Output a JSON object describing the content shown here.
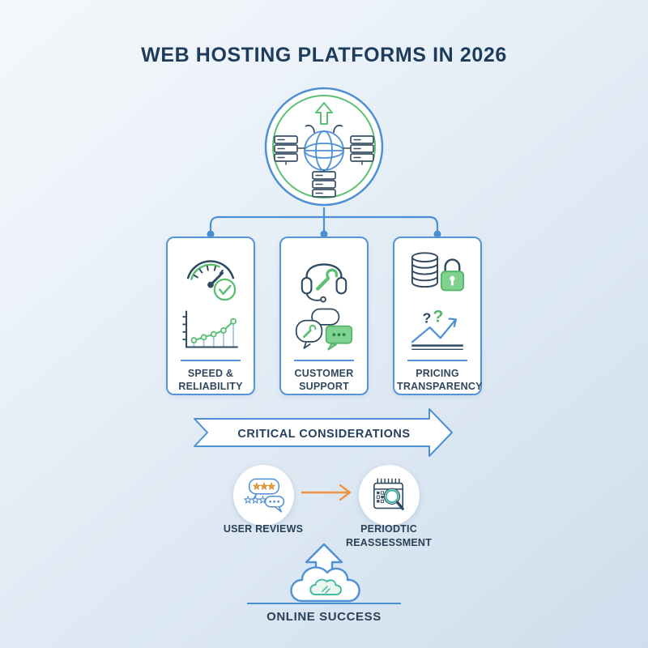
{
  "title": "WEB HOSTING PLATFORMS IN 2026",
  "hero": {
    "icon": "hosting-network-globe-icon"
  },
  "cards": [
    {
      "label": "SPEED & RELIABILITY",
      "icons": [
        "speedometer-check-icon",
        "growth-line-chart-icon"
      ]
    },
    {
      "label": "CUSTOMER SUPPORT",
      "icons": [
        "headset-wrench-icon",
        "chat-bubbles-wrench-icon"
      ]
    },
    {
      "label": "PRICING TRANSPARENCY",
      "icons": [
        "coins-padlock-icon",
        "trend-question-icon"
      ],
      "glyphs": [
        "?",
        "?"
      ]
    }
  ],
  "banner": {
    "label": "CRITICAL CONSIDERATIONS"
  },
  "process": {
    "steps": [
      {
        "label": "USER REVIEWS",
        "icon": "review-star-bubbles-icon"
      },
      {
        "label": "PERIODTIC REASSESSMENT",
        "icon": "calendar-magnifier-icon"
      }
    ],
    "arrow_icon": "right-arrow-icon"
  },
  "footer": {
    "label": "ONLINE SUCCESS",
    "icon": "cloud-up-arrow-icon"
  },
  "colors": {
    "line_blue": "#5494d8",
    "navy": "#2f4a61",
    "title_navy": "#1d3c5b",
    "green": "#5cc074",
    "teal": "#43b9a6",
    "orange": "#f2923f",
    "gold": "#eaa43c",
    "bubble_green": "#7fd392"
  }
}
